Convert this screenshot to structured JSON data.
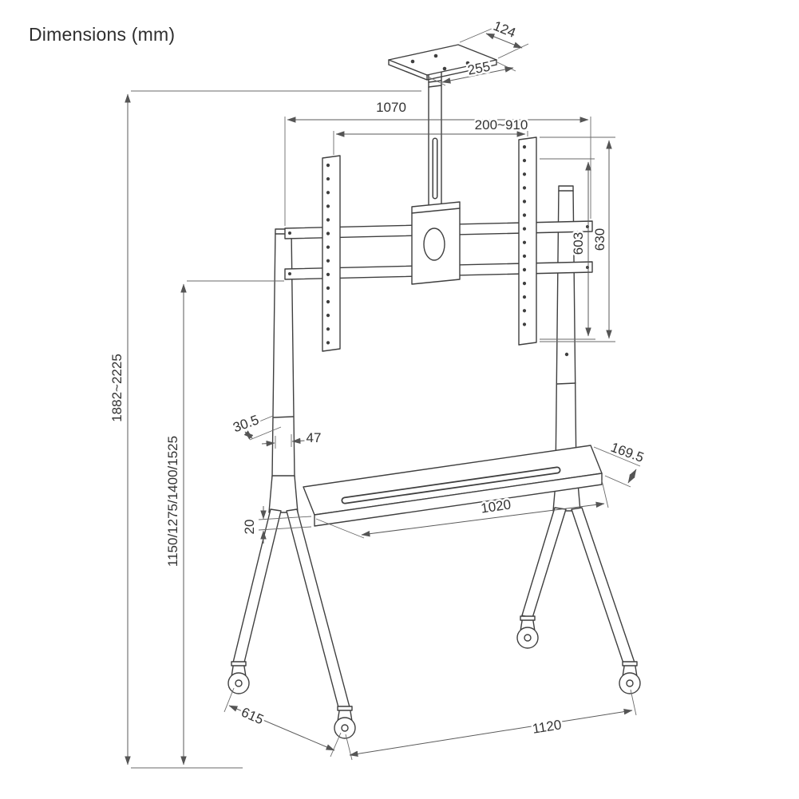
{
  "title": "Dimensions (mm)",
  "drawing": {
    "subject": "mobile TV floor stand with casters, front-right axonometric view",
    "dims": {
      "top_plate_depth": "124",
      "top_plate_width": "255",
      "bracket_width": "1070",
      "vesa_range": "200~910",
      "vesa_height": "603",
      "bracket_height": "630",
      "overall_height": "1882~2225",
      "column_heights": "1150/1275/1400/1525",
      "profile_depth": "30.5",
      "profile_width": "47",
      "shelf_depth": "169.5",
      "shelf_width": "1020",
      "shelf_thickness": "20",
      "base_depth": "615",
      "base_width": "1120"
    }
  }
}
